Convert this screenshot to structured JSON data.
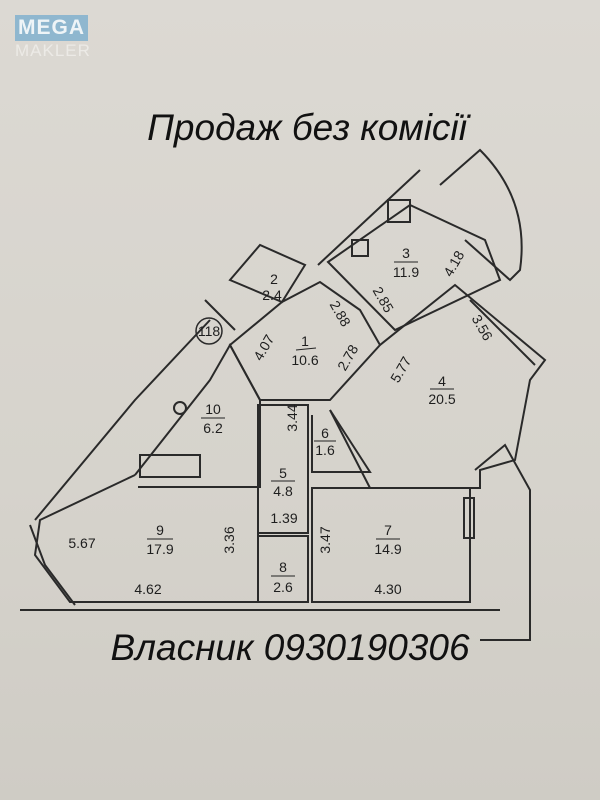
{
  "logo": {
    "line1": "MEGA",
    "line2": "MAKLER"
  },
  "title": "Продаж без комісії",
  "owner_contact": "Власник 0930190306",
  "apartment_number": "118",
  "rooms": [
    {
      "number": "1",
      "area": "10.6"
    },
    {
      "number": "2",
      "area": "2.4"
    },
    {
      "number": "3",
      "area": "11.9"
    },
    {
      "number": "4",
      "area": "20.5"
    },
    {
      "number": "5",
      "area": "4.8"
    },
    {
      "number": "6",
      "area": "1.6"
    },
    {
      "number": "7",
      "area": "14.9"
    },
    {
      "number": "8",
      "area": "2.6"
    },
    {
      "number": "9",
      "area": "17.9"
    },
    {
      "number": "10",
      "area": "6.2"
    }
  ],
  "dimensions": [
    "4.18",
    "2.85",
    "2.88",
    "4.07",
    "2.78",
    "5.77",
    "3.56",
    "3.44",
    "1.39",
    "3.47",
    "3.36",
    "5.67",
    "4.62",
    "4.30"
  ]
}
